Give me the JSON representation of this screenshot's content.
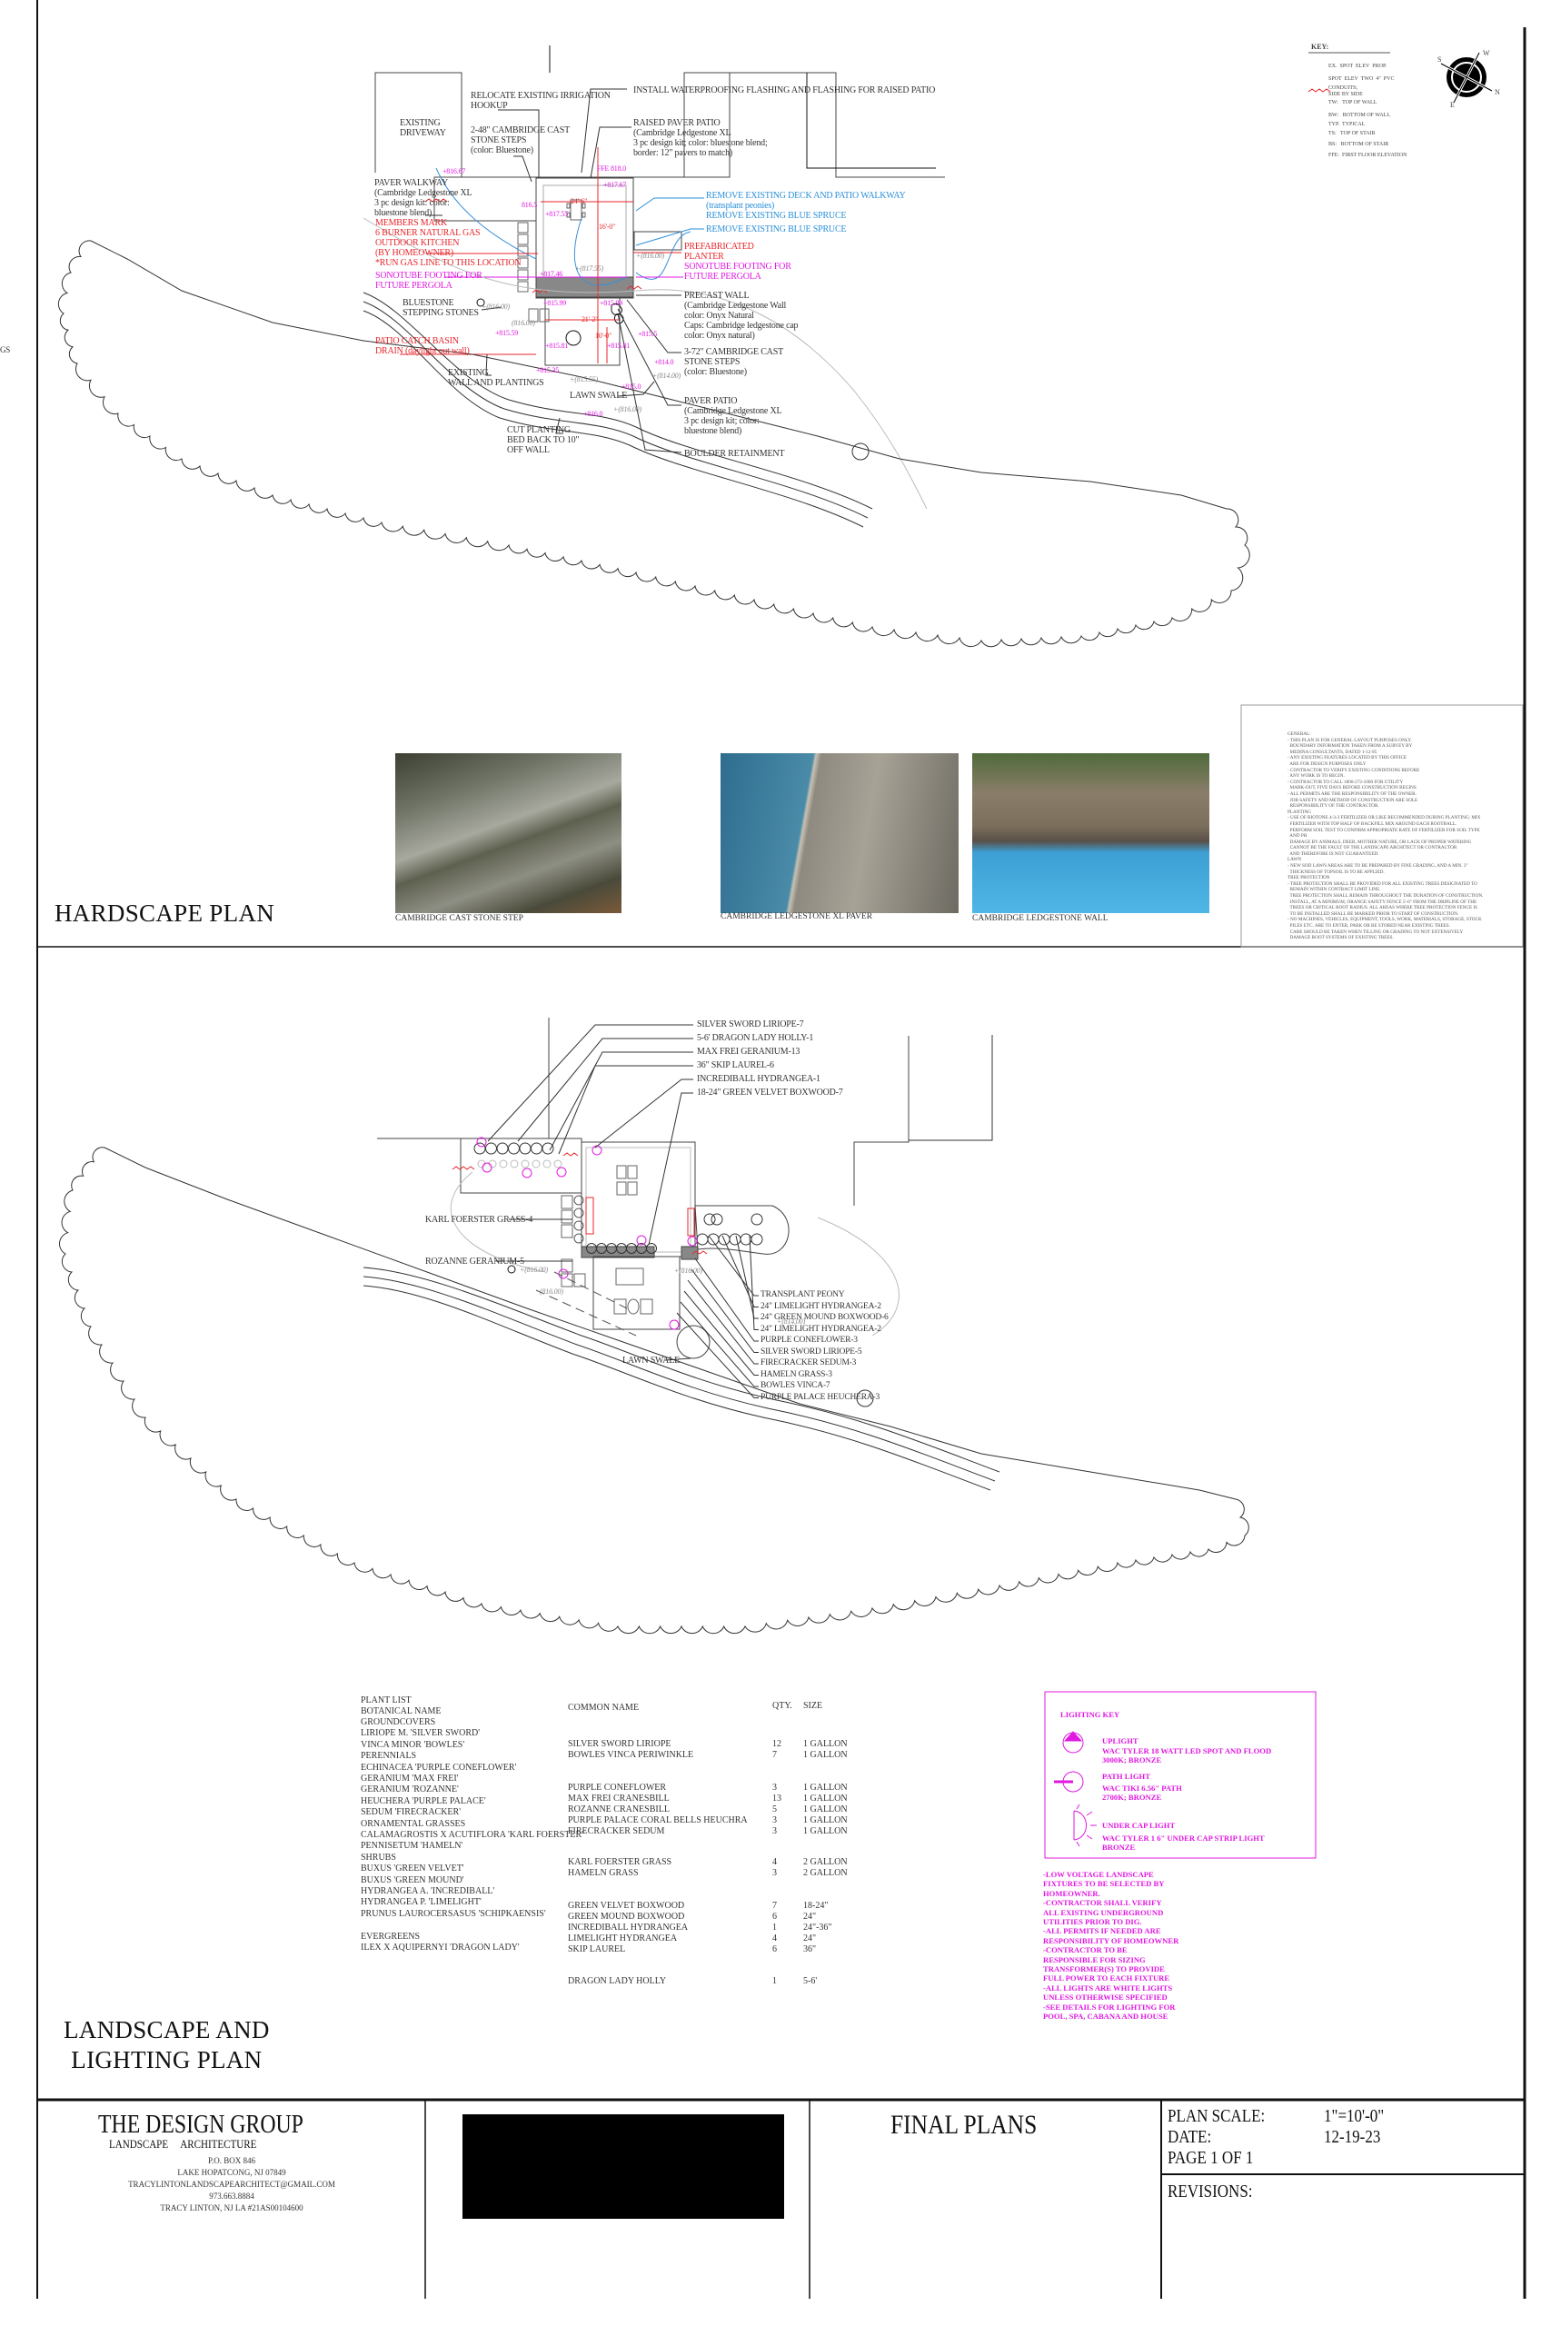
{
  "hardscape": {
    "title": "HARDSCAPE PLAN",
    "edge_text": "GS",
    "labels": [
      {
        "text": "EXISTING\nDRIVEWAY",
        "tone": "dark"
      },
      {
        "text": "RELOCATE EXISTING IRRIGATION\nHOOKUP",
        "tone": "dark"
      },
      {
        "text": "2-48\" CAMBRIDGE CAST\nSTONE STEPS\n(color: Bluestone)",
        "tone": "dark"
      },
      {
        "text": "INSTALL WATERPROOFING FLASHING AND FLASHING FOR RAISED PATIO",
        "tone": "dark"
      },
      {
        "text": "RAISED PAVER PATIO\n(Cambridge Ledgestone XL\n3 pc design kit; color: bluestone blend;\nborder: 12\" pavers to match)",
        "tone": "dark"
      },
      {
        "text": "PAVER WALKWAY\n(Cambridge Ledgestone XL\n3 pc design kit: color:\nbluestone blend)",
        "tone": "dark"
      },
      {
        "text": "MEMBERS MARK\n6 BURNER NATURAL GAS\nOUTDOOR KITCHEN\n(BY HOMEOWNER)\n*RUN GAS LINE TO THIS LOCATION",
        "tone": "red"
      },
      {
        "text": "SONOTUBE FOOTING FOR\nFUTURE PERGOLA",
        "tone": "magenta"
      },
      {
        "text": "BLUESTONE\nSTEPPING STONES",
        "tone": "dark"
      },
      {
        "text": "PATIO CATCH BASIN\nDRAIN (daylight out wall)",
        "tone": "red"
      },
      {
        "text": "EXISTING\nWALL AND PLANTINGS",
        "tone": "dark"
      },
      {
        "text": "LAWN SWALE",
        "tone": "dark"
      },
      {
        "text": "CUT PLANTING\nBED BACK TO 10\"\nOFF WALL",
        "tone": "dark"
      },
      {
        "text": "REMOVE EXISTING DECK AND PATIO WALKWAY\n(transplant peonies)\nREMOVE EXISTING BLUE SPRUCE",
        "tone": "blue"
      },
      {
        "text": "REMOVE EXISTING BLUE SPRUCE",
        "tone": "blue"
      },
      {
        "text": "PREFABRICATED\nPLANTER",
        "tone": "red"
      },
      {
        "text": "SONOTUBE FOOTING FOR\nFUTURE PERGOLA",
        "tone": "magenta"
      },
      {
        "text": "PRECAST WALL\n(Cambridge Ledgestone Wall\ncolor: Onyx Natural\nCaps: Cambridge ledgestone cap\ncolor: Onyx natural)",
        "tone": "dark"
      },
      {
        "text": "3-72\" CAMBRIDGE CAST\nSTONE STEPS\n(color: Bluestone)",
        "tone": "dark"
      },
      {
        "text": "PAVER PATIO\n(Cambridge Ledgestone XL\n3 pc design kit; color:\nbluestone blend)",
        "tone": "dark"
      },
      {
        "text": "BOULDER RETAINMENT",
        "tone": "dark"
      }
    ],
    "elevations": [
      {
        "text": "+816.67",
        "tone": "magenta"
      },
      {
        "text": "FFE 818.0",
        "tone": "magenta"
      },
      {
        "text": "+817.67",
        "tone": "magenta"
      },
      {
        "text": "816.5",
        "tone": "magenta"
      },
      {
        "text": "+817.55",
        "tone": "magenta"
      },
      {
        "text": "+817.46",
        "tone": "magenta"
      },
      {
        "text": "+815.99",
        "tone": "magenta"
      },
      {
        "text": "+815.99",
        "tone": "magenta"
      },
      {
        "text": "+815.81",
        "tone": "magenta"
      },
      {
        "text": "+815.81",
        "tone": "magenta"
      },
      {
        "text": "+815.35",
        "tone": "magenta"
      },
      {
        "text": "+815.59",
        "tone": "magenta"
      },
      {
        "text": "+814.0",
        "tone": "magenta"
      },
      {
        "text": "+815.0",
        "tone": "magenta"
      },
      {
        "text": "+816.0",
        "tone": "magenta"
      },
      {
        "text": "+815.5",
        "tone": "magenta"
      },
      {
        "text": "24'-6\"",
        "tone": "red"
      },
      {
        "text": "16'-0\"",
        "tone": "red"
      },
      {
        "text": "21'-2\"",
        "tone": "red"
      },
      {
        "text": "10'-0\"",
        "tone": "red"
      },
      {
        "text": "+(817.55)",
        "tone": "gray"
      },
      {
        "text": "+(816.00)",
        "tone": "gray"
      },
      {
        "text": "+(816.00)",
        "tone": "gray"
      },
      {
        "text": "+(816.00)",
        "tone": "gray"
      },
      {
        "text": "+(815.55)",
        "tone": "gray"
      },
      {
        "text": "+(814.00)",
        "tone": "gray"
      },
      {
        "text": "(816.00)",
        "tone": "gray"
      }
    ],
    "photos": [
      {
        "caption": "CAMBRIDGE CAST STONE STEP"
      },
      {
        "caption": "CAMBRIDGE LEDGESTONE XL PAVER"
      },
      {
        "caption": "CAMBRIDGE LEDGESTONE WALL"
      }
    ]
  },
  "key": {
    "title": "KEY:",
    "items": [
      "EX.  SPOT  ELEV  PROP.",
      "SPOT  ELEV  TWO  4\"  PVC",
      "CONDUITS;\nSIDE BY SIDE",
      "TW:   TOP OF WALL",
      "BW:   BOTTOM OF WALL",
      "TYP.  TYPICAL",
      "TS:   TOP OF STAIR",
      "BS:   BOTTOM OF STAIR",
      "FFE:  FIRST FLOOR ELEVATION"
    ],
    "compass": {
      "n": "N",
      "s": "S",
      "e": "E",
      "w": "W"
    }
  },
  "general_notes": {
    "text": "GENERAL:\n- THIS PLAN IS FOR GENERAL LAYOUT PURPOSES ONLY.\n  BOUNDARY INFORMATION TAKEN FROM A SURVEY BY\n  MEDINA CONSULTANTS, DATED 1-12-95\n- ANY EXISTING FEATURES LOCATED BY THIS OFFICE\n  ARE FOR DESIGN PURPOSES ONLY\n- CONTRACTOR TO VERIFY EXISTING CONDITIONS BEFORE\n  ANY WORK IS TO BEGIN.\n- CONTRACTOR TO CALL 1800-272-1000 FOR UTILITY\n  MARK-OUT, FIVE DAYS BEFORE CONSTRUCTION BEGINS\n- ALL PERMITS ARE THE RESPONSIBILITY OF THE OWNER.\n  JOB SAFETY AND METHOD OF CONSTRUCTION ARE SOLE\n  RESPONSIBILITY OF THE CONTRACTOR.\nPLANTING\n- USE OF BIOTONE 4-3-3 FERTILIZER OR LIKE RECOMMENDED DURING PLANTING; MIX\n  FERTILIZER WITH TOP HALF OF BACKFILL MIX AROUND EACH ROOTBALL.\n  PERFORM SOIL TEST TO CONFIRM APPROPRIATE RATE OF FERTILIZER FOR SOIL TYPE\n  AND PH\n  DAMAGE BY ANIMALS, DEER, MOTHER NATURE, OR LACK OF PROPER WATERING\n  CANNOT BE THE FAULT OF THE LANDSCAPE ARCHITECT OR CONTRACTOR\n  AND THEREFORE IS NOT GUARANTEED.\nLAWN\n- NEW SOD LAWN AREAS ARE TO BE PREPARED BY FINE GRADING, AND A MIN. 3\"\n  THICKNESS OF TOPSOIL IS TO BE APPLIED.\nTREE PROTECTION\n- TREE PROTECTION SHALL BE PROVIDED FOR ALL EXISTING TREES DESIGNATED TO\n  REMAIN WITHIN CONTRACT LIMIT LINE.\n  TREE PROTECTION SHALL REMAIN THROUGHOUT THE DURATION OF CONSTRUCTION.\n  INSTALL, AT A MINIMUM, ORANGE SAFETY FENCE 5'-0\" FROM THE DRIPLINE OF THE\n  TREES OR CRITICAL ROOT RADIUS. ALL AREAS WHERE TREE PROTECTION FENCE IS\n  TO BE INSTALLED SHALL BE MARKED PRIOR TO START OF CONSTRUCTION.\n- NO MACHINES, VEHICLES, EQUIPMENT, TOOLS, WORK, MATERIALS, STORAGE, STOCK\n  PILES ETC. ARE TO ENTER, PARK OR BE STORED NEAR EXISTING TREES.\n  CARE SHOULD BE TAKEN WHEN TILLING OR GRADING TO NOT EXTENSIVELY\n  DAMAGE ROOT SYSTEMS OF EXISTING TREES."
  },
  "landscape": {
    "title": "LANDSCAPE AND\nLIGHTING PLAN",
    "top_labels": [
      "SILVER SWORD LIRIOPE-7",
      "5-6' DRAGON LADY HOLLY-1",
      "MAX FREI GERANIUM-13",
      "36\" SKIP LAUREL-6",
      "INCREDIBALL HYDRANGEA-1",
      "18-24\" GREEN VELVET BOXWOOD-7"
    ],
    "left_labels": [
      "KARL FOERSTER GRASS-4",
      "ROZANNE GERANIUM-5",
      "LAWN SWALE"
    ],
    "right_labels": [
      "TRANSPLANT PEONY",
      "24\" LIMELIGHT HYDRANGEA-2",
      "24\" GREEN MOUND BOXWOOD-6",
      "24\" LIMELIGHT HYDRANGEA-2",
      "PURPLE CONEFLOWER-3",
      "SILVER SWORD LIRIOPE-5",
      "FIRECRACKER SEDUM-3",
      "HAMELN GRASS-3",
      "BOWLES VINCA-7",
      "PURPLE PALACE HEUCHERA-3"
    ],
    "spot_labels": [
      "+(816.00)",
      "(816.00)",
      "+(816.00)",
      "+(814.00)"
    ]
  },
  "plant_list": {
    "title": "PLANT LIST",
    "headers": {
      "botanical": "BOTANICAL NAME",
      "common": "COMMON NAME",
      "qty": "QTY.",
      "size": "SIZE"
    },
    "botanical": [
      "GROUNDCOVERS",
      "LIRIOPE M. 'SILVER SWORD'",
      "VINCA MINOR 'BOWLES'",
      "PERENNIALS",
      "ECHINACEA 'PURPLE CONEFLOWER'",
      "GERANIUM 'MAX FREI'",
      "GERANIUM 'ROZANNE'",
      "HEUCHERA 'PURPLE PALACE'",
      "SEDUM 'FIRECRACKER'",
      "ORNAMENTAL GRASSES",
      "CALAMAGROSTIS X ACUTIFLORA 'KARL FOERSTER'",
      "PENNISETUM 'HAMELN'",
      "SHRUBS",
      "BUXUS 'GREEN VELVET'",
      "BUXUS 'GREEN MOUND'",
      "HYDRANGEA A. 'INCREDIBALL'",
      "HYDRANGEA P. 'LIMELIGHT'",
      "PRUNUS LAUROCERSASUS 'SCHIPKAENSIS'",
      "",
      "EVERGREENS",
      "ILEX X AQUIPERNYI 'DRAGON LADY'"
    ],
    "rows": [
      {
        "common": "SILVER SWORD LIRIOPE",
        "qty": "12",
        "size": "1 GALLON"
      },
      {
        "common": "BOWLES VINCA PERIWINKLE",
        "qty": "7",
        "size": "1 GALLON"
      },
      {
        "common": "PURPLE CONEFLOWER",
        "qty": "3",
        "size": "1 GALLON"
      },
      {
        "common": "MAX FREI CRANESBILL",
        "qty": "13",
        "size": "1 GALLON"
      },
      {
        "common": "ROZANNE CRANESBILL",
        "qty": "5",
        "size": "1 GALLON"
      },
      {
        "common": "PURPLE PALACE CORAL BELLS HEUCHRA",
        "qty": "3",
        "size": "1 GALLON"
      },
      {
        "common": "FIRECRACKER SEDUM",
        "qty": "3",
        "size": "1 GALLON"
      },
      {
        "common": "KARL FOERSTER GRASS",
        "qty": "4",
        "size": "2 GALLON"
      },
      {
        "common": "HAMELN GRASS",
        "qty": "3",
        "size": "2 GALLON"
      },
      {
        "common": "GREEN VELVET BOXWOOD",
        "qty": "7",
        "size": "18-24\""
      },
      {
        "common": "GREEN MOUND BOXWOOD",
        "qty": "6",
        "size": "24\""
      },
      {
        "common": "INCREDIBALL HYDRANGEA",
        "qty": "1",
        "size": "24\"-36\""
      },
      {
        "common": "LIMELIGHT HYDRANGEA",
        "qty": "4",
        "size": "24\""
      },
      {
        "common": "SKIP LAUREL",
        "qty": "6",
        "size": "36\""
      },
      {
        "common": "DRAGON LADY HOLLY",
        "qty": "1",
        "size": "5-6'"
      }
    ]
  },
  "lighting_key": {
    "title": "LIGHTING KEY",
    "items": [
      {
        "name": "UPLIGHT",
        "spec": "WAC TYLER 18 WATT LED SPOT AND FLOOD\n3000K; BRONZE"
      },
      {
        "name": "PATH LIGHT",
        "spec": "WAC TIKI 6.56\" PATH\n2700K; BRONZE"
      },
      {
        "name": "UNDER CAP LIGHT",
        "spec": "WAC TYLER 1 6\" UNDER CAP STRIP LIGHT\nBRONZE"
      }
    ],
    "notes": "-LOW VOLTAGE LANDSCAPE\nFIXTURES TO BE SELECTED BY\nHOMEOWNER.\n-CONTRACTOR SHALL VERIFY\nALL EXISTING UNDERGROUND\nUTILITIES PRIOR TO DIG.\n-ALL PERMITS IF NEEDED ARE\nRESPONSIBILITY OF HOMEOWNER\n-CONTRACTOR TO BE\nRESPONSIBLE FOR SIZING\nTRANSFORMER(S) TO PROVIDE\nFULL POWER TO EACH FIXTURE\n-ALL LIGHTS ARE WHITE LIGHTS\nUNLESS OTHERWISE SPECIFIED\n-SEE DETAILS FOR LIGHTING FOR\nPOOL, SPA, CABANA AND HOUSE",
    "color": "#e018e0"
  },
  "title_block": {
    "firm": "THE DESIGN GROUP",
    "discipline": "LANDSCAPE     ARCHITECTURE",
    "po_box": "P.O.  BOX 846",
    "city": "LAKE HOPATCONG, NJ 07849",
    "email": "TRACYLINTONLANDSCAPEARCHITECT@GMAIL.COM",
    "phone": "973.663.8884",
    "license": "TRACY LINTON, NJ LA #21AS00104600",
    "sheet_title": "FINAL PLANS",
    "scale_label": "PLAN SCALE:",
    "scale_value": "1\"=10'-0\"",
    "date_label": "DATE:",
    "date_value": "12-19-23",
    "page": "PAGE 1 OF 1",
    "revisions": "REVISIONS:"
  }
}
